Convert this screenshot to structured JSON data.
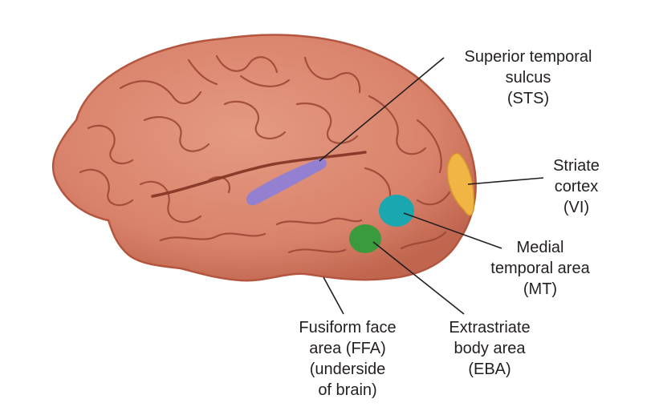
{
  "colors": {
    "brain_fill": "#d9826b",
    "brain_edge": "#b4563f",
    "sulcus": "#9a4532",
    "highlight": "#eaa38d",
    "sts": "#8f7fd6",
    "striate": "#f0b544",
    "mt": "#1aa7b0",
    "eba": "#3a9a3e",
    "leader": "#231f20",
    "text": "#231f20"
  },
  "regions": {
    "sts": {
      "name": "Superior temporal sulcus",
      "lines": [
        "Superior temporal",
        "sulcus",
        "(STS)"
      ]
    },
    "striate": {
      "name": "Striate cortex",
      "lines": [
        "Striate",
        "cortex",
        "(VI)"
      ]
    },
    "mt": {
      "name": "Medial temporal area",
      "lines": [
        "Medial",
        "temporal area",
        "(MT)"
      ]
    },
    "eba": {
      "name": "Extrastriate body area",
      "lines": [
        "Extrastriate",
        "body area",
        "(EBA)"
      ]
    },
    "ffa": {
      "name": "Fusiform face area",
      "lines": [
        "Fusiform face",
        "area (FFA)",
        "(underside",
        "of brain)"
      ]
    }
  }
}
